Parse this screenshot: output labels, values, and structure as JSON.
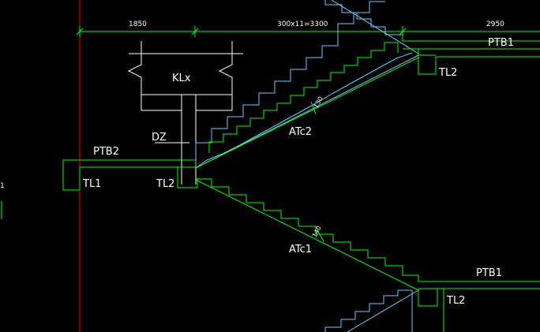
{
  "dimensions": {
    "left": "1850",
    "middle": "300x11=3300",
    "right": "2950"
  },
  "labels": {
    "beam": "KLx",
    "column": "DZ",
    "platform_top_right": "PTB1",
    "platform_bottom_right": "PTB1",
    "platform_left": "PTB2",
    "tie_beam_top_right": "TL2",
    "tie_beam_bottom_right": "TL2",
    "tie_beam_left": "TL1",
    "tie_beam_center": "TL2",
    "flight_upper": "ATc2",
    "flight_lower": "ATc1",
    "thickness_upper": "130",
    "thickness_lower": "140",
    "edge_mark": "1"
  },
  "colors": {
    "background": "#000000",
    "structure_line": "#00ff00",
    "stair_line": "#66ccff",
    "grid_line": "#ff0000",
    "text": "#ffffff",
    "dimension": "#00ff00"
  }
}
